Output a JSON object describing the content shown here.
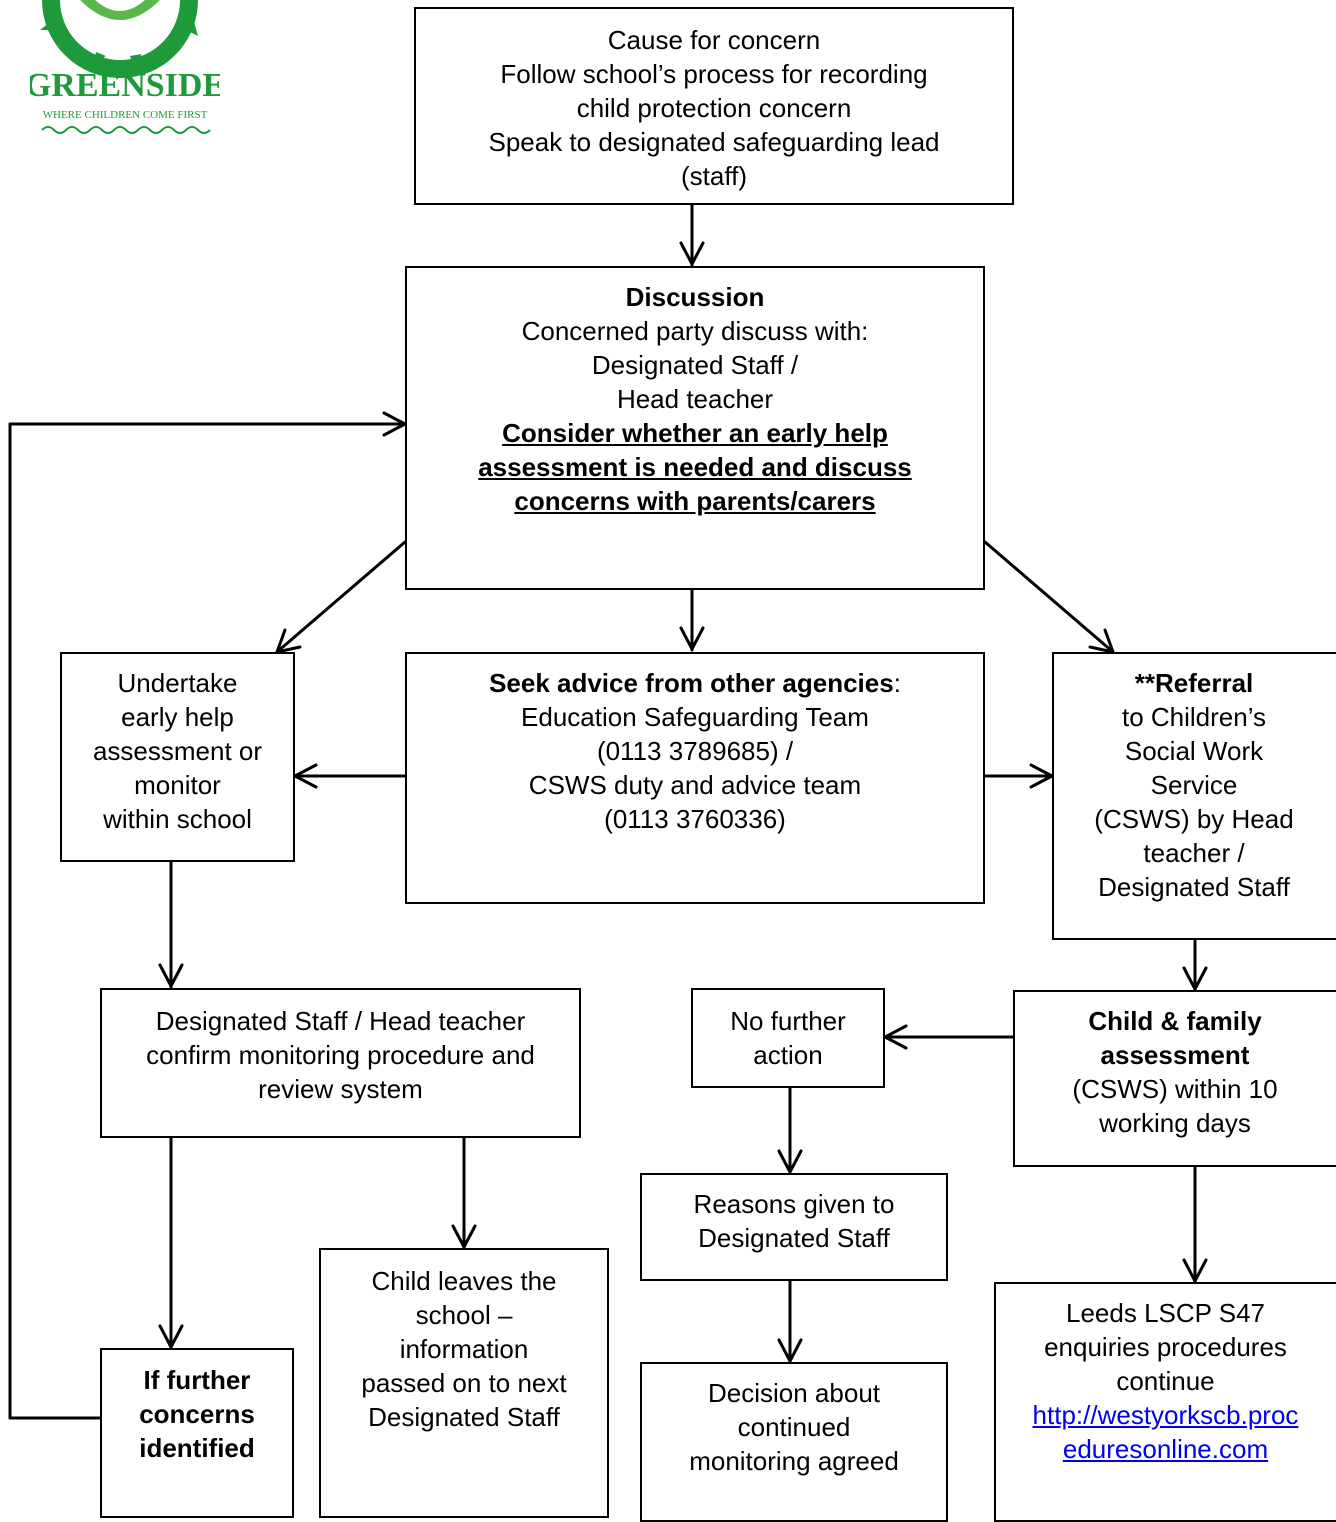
{
  "logo": {
    "name": "GREENSIDE",
    "tagline": "WHERE CHILDREN COME FIRST"
  },
  "boxes": {
    "cause": [
      "Cause for concern",
      "Follow school’s process for recording",
      "child protection concern",
      "Speak to designated safeguarding lead",
      "(staff)"
    ],
    "discussion": {
      "title": "Discussion",
      "lines": [
        "Concerned party discuss with:",
        "Designated Staff /",
        "Head teacher"
      ],
      "emphasis": [
        "Consider whether an early help",
        "assessment is needed and discuss",
        "concerns with parents/carers"
      ]
    },
    "early_help": [
      "Undertake",
      "early help",
      "assessment or",
      "monitor",
      "within school"
    ],
    "advice": {
      "title": "Seek advice from other agencies",
      "title_suffix": ":",
      "lines": [
        "Education Safeguarding Team",
        "(0113 3789685) /",
        "CSWS duty and advice team",
        "(0113 3760336)"
      ]
    },
    "referral": {
      "title_prefix": "**",
      "title": "Referral",
      "lines": [
        "to Children’s",
        "Social Work",
        "Service",
        "(CSWS) by Head",
        "teacher /",
        "Designated Staff"
      ]
    },
    "confirm": [
      "Designated Staff / Head teacher",
      "confirm monitoring procedure and",
      "review system"
    ],
    "no_action": [
      "No further",
      "action"
    ],
    "assessment": {
      "title": [
        "Child & family",
        "assessment"
      ],
      "lines": [
        "(CSWS) within 10",
        "working days"
      ]
    },
    "reasons": [
      "Reasons given to",
      "Designated Staff"
    ],
    "leaves": [
      "Child leaves the",
      "school –",
      "information",
      "passed on to next",
      "Designated Staff"
    ],
    "further": [
      "If further",
      "concerns",
      "identified"
    ],
    "decision": [
      "Decision about",
      "continued",
      "monitoring agreed"
    ],
    "lscp": {
      "lines": [
        "Leeds LSCP S47",
        "enquiries procedures",
        "continue"
      ],
      "link": [
        "http://westyorkscb.proc",
        "eduresonline.com"
      ]
    }
  }
}
